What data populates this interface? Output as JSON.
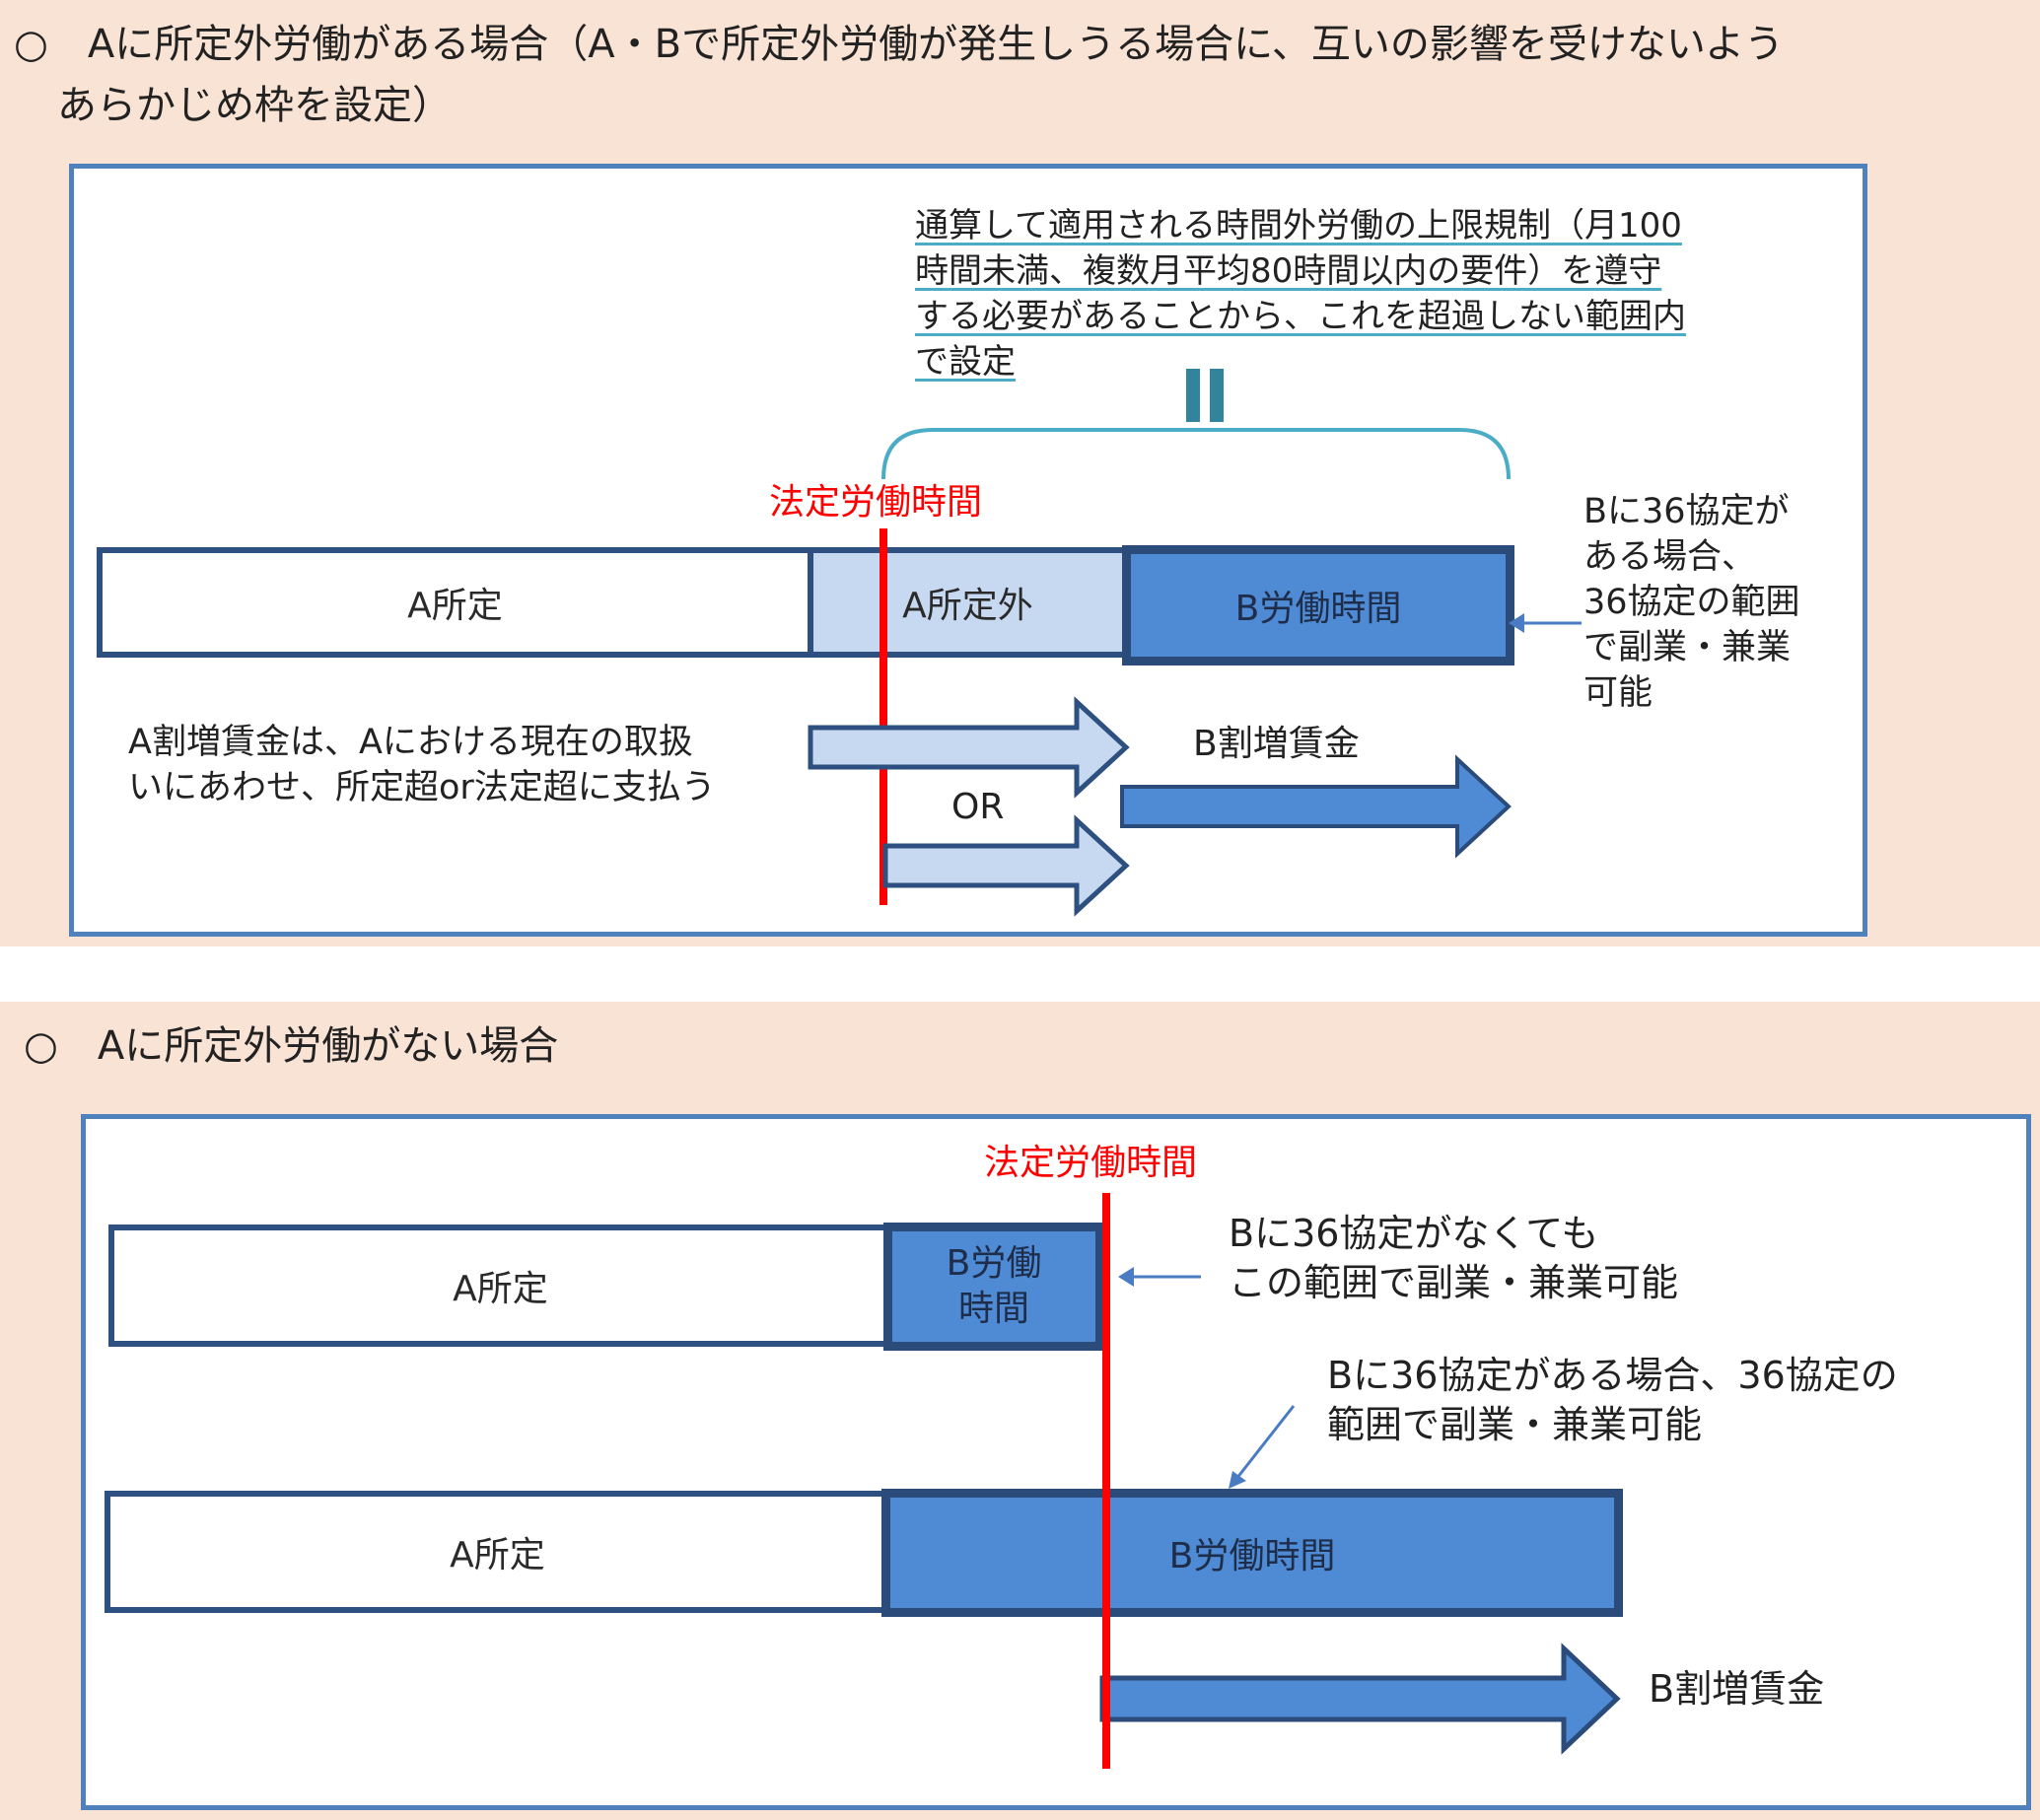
{
  "section1": {
    "heading_line1": "○　Aに所定外労働がある場合（A・Bで所定外労働が発生しうる場合に、互いの影響を受けないよう",
    "heading_line2": "あらかじめ枠を設定）",
    "note": [
      "通算して適用される時間外労働の上限規制（月100",
      "時間未満、複数月平均80時間以内の要件）を遵守",
      "する必要があることから、これを超過しない範囲内",
      "で設定"
    ],
    "legal_hours_label": "法定労働時間",
    "box_a": "A所定",
    "box_a_overtime": "A所定外",
    "box_b": "B労働時間",
    "side_note": [
      "Bに36協定が",
      "ある場合、",
      "36協定の範囲",
      "で副業・兼業",
      "可能"
    ],
    "a_premium_note": [
      "A割増賃金は、Aにおける現在の取扱",
      "いにあわせ、所定超or法定超に支払う"
    ],
    "or_label": "OR",
    "b_premium": "B割増賃金"
  },
  "section2": {
    "heading": "○　Aに所定外労働がない場合",
    "legal_hours_label": "法定労働時間",
    "row1_box_a": "A所定",
    "row1_box_b": [
      "B労働",
      "時間"
    ],
    "note1": [
      "Bに36協定がなくても",
      "この範囲で副業・兼業可能"
    ],
    "note2": [
      "Bに36協定がある場合、36協定の",
      "範囲で副業・兼業可能"
    ],
    "row2_box_a": "A所定",
    "row2_box_b": "B労働時間",
    "b_premium": "B割増賃金"
  },
  "colors": {
    "band": "#f9e3d4",
    "panel_border": "#4f81bd",
    "box_light": "#c6d9f1",
    "box_dark": "#4f8ad4",
    "border_dark": "#2b4b7a",
    "legal_line": "#ff0000",
    "brace": "#4bacc6"
  }
}
